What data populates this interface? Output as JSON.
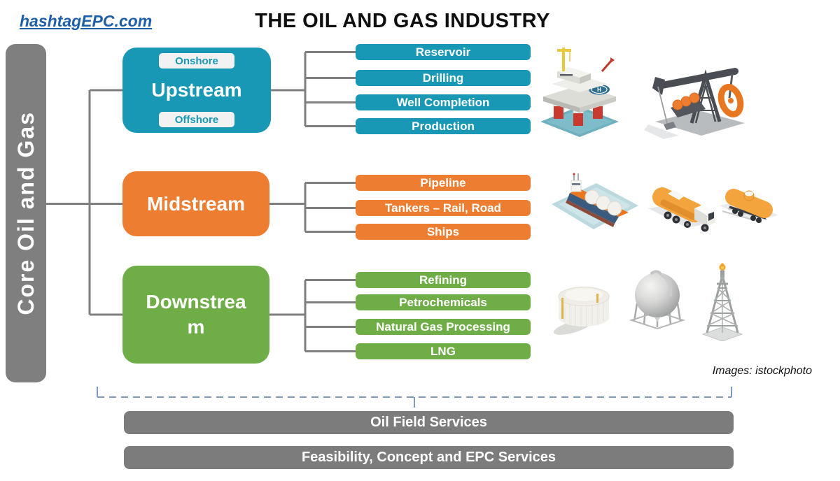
{
  "page": {
    "title": "THE OIL AND GAS INDUSTRY",
    "watermark": "hashtagEPC.com",
    "credit": "Images: istockphoto"
  },
  "core": {
    "label": "Core Oil and Gas"
  },
  "streams": [
    {
      "label": "Upstream",
      "color": "#1898B5",
      "badges": [
        "Onshore",
        "Offshore"
      ],
      "items": [
        "Reservoir",
        "Drilling",
        "Well Completion",
        "Production"
      ],
      "illustrations": [
        "offshore-platform",
        "pumpjack"
      ]
    },
    {
      "label": "Midstream",
      "color": "#ED7D31",
      "items": [
        "Pipeline",
        "Tankers – Rail, Road",
        "Ships"
      ],
      "illustrations": [
        "lng-tanker-ship",
        "tanker-truck",
        "rail-tank-car"
      ]
    },
    {
      "label": "Downstream",
      "color": "#6FAD47",
      "items": [
        "Refining",
        "Petrochemicals",
        "Natural Gas Processing",
        "LNG"
      ],
      "illustrations": [
        "oil-storage-tank",
        "spherical-gas-tank",
        "flare-tower"
      ]
    }
  ],
  "services": [
    "Oil Field Services",
    "Feasibility, Concept and EPC Services"
  ],
  "colors": {
    "upstream_teal": "#1898B5",
    "midstream_orange": "#ED7D31",
    "downstream_green": "#6FAD47",
    "bar_gray": "#7C7C7C",
    "connector_gray": "#7F7F7F",
    "bracket_blue": "#7E9BBD",
    "link_blue": "#1F5EA8",
    "badge_bg": "#F2F2F2"
  }
}
